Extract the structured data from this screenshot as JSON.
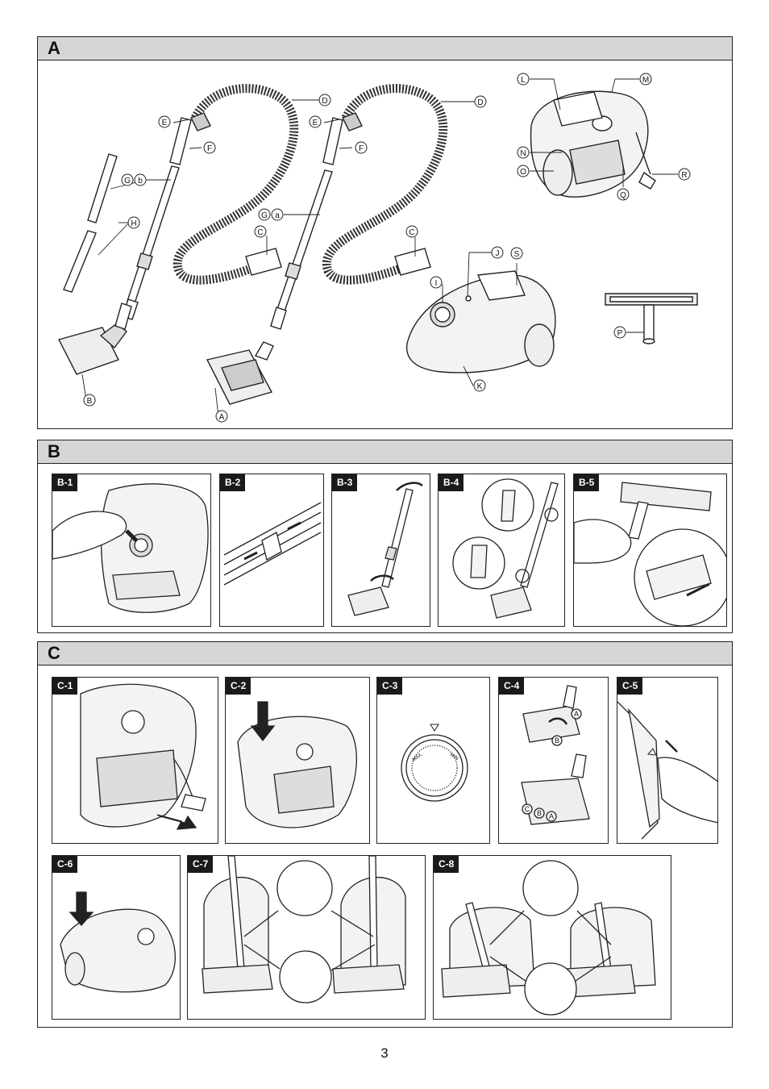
{
  "sections": {
    "a": {
      "title": "A",
      "callouts": {
        "A": "A",
        "B": "B",
        "C1": "C",
        "C2": "C",
        "D1": "D",
        "D2": "D",
        "E1": "E",
        "E2": "E",
        "F1": "F",
        "F2": "F",
        "G1": "G",
        "G2": "G",
        "b": "b",
        "a": "a",
        "H": "H",
        "I": "I",
        "J": "J",
        "K": "K",
        "L": "L",
        "M": "M",
        "N": "N",
        "O": "O",
        "P": "P",
        "Q": "Q",
        "R": "R",
        "S": "S"
      }
    },
    "b": {
      "title": "B",
      "panels": [
        "B-1",
        "B-2",
        "B-3",
        "B-4",
        "B-5"
      ]
    },
    "c": {
      "title": "C",
      "panels": [
        "C-1",
        "C-2",
        "C-3",
        "C-4",
        "C-5",
        "C-6",
        "C-7",
        "C-8"
      ],
      "dial": {
        "max": "MAX",
        "min": "MIN"
      },
      "c4_labels": {
        "A1": "A",
        "B1": "B",
        "C2": "C",
        "B2": "B",
        "A2": "A"
      }
    }
  },
  "page_number": "3"
}
